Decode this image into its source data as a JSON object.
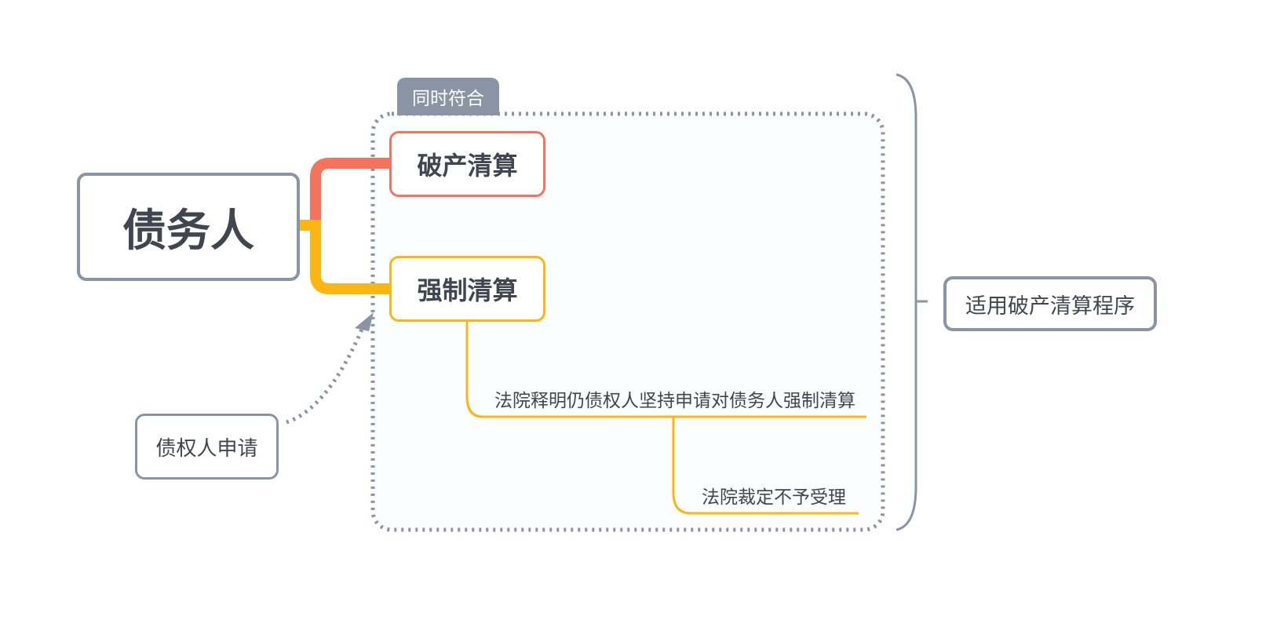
{
  "root": {
    "label": "债务人"
  },
  "group": {
    "tag": "同时符合"
  },
  "branches": [
    {
      "label": "破产清算",
      "color": "#f5735c"
    },
    {
      "label": "强制清算",
      "color": "#fbb614"
    }
  ],
  "sub_topics": [
    {
      "label": "法院释明仍债权人坚持申请对债务人强制清算"
    },
    {
      "label": "法院裁定不予受理"
    }
  ],
  "floating": {
    "label": "债权人申请"
  },
  "summary": {
    "label": "适用破产清算程序"
  },
  "colors": {
    "gray": "#8a94a4",
    "coral": "#f5735c",
    "amber": "#fbb614",
    "text": "#3f4650",
    "boundary_fill": "#fcfdfe"
  }
}
